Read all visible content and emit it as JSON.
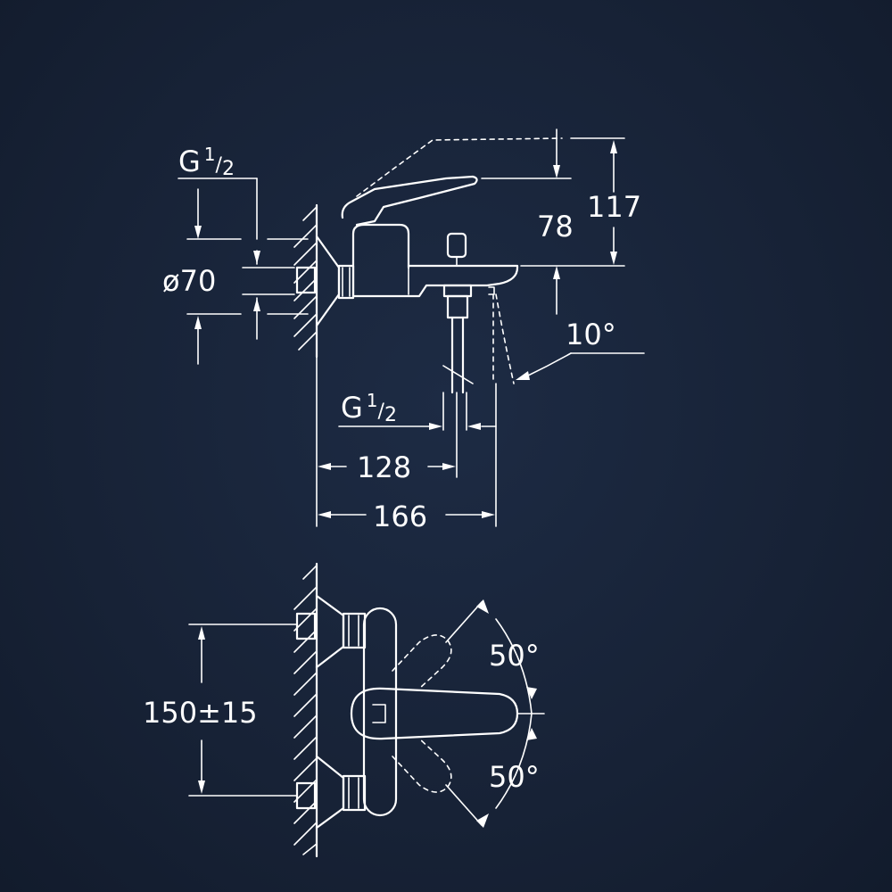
{
  "side_view": {
    "thread_top": {
      "g": "G",
      "num": "1",
      "slash": "/",
      "den": "2"
    },
    "diameter": "ø70",
    "height_78": "78",
    "height_117": "117",
    "angle": "10°",
    "thread_bottom": {
      "g": "G",
      "num": "1",
      "slash": "/",
      "den": "2"
    },
    "width_128": "128",
    "width_166": "166"
  },
  "front_view": {
    "spacing": "150±15",
    "angle_up": "50°",
    "angle_down": "50°"
  },
  "colors": {
    "background": "#18243a",
    "line": "#ffffff"
  }
}
